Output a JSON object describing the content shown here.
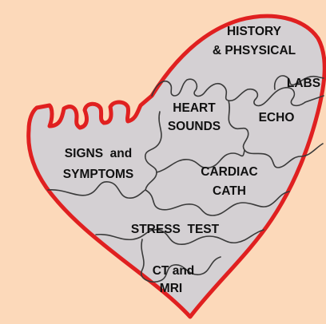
{
  "colors": {
    "background": "#fcd9ba",
    "heart_fill": "#d4d0d3",
    "heart_outline": "#e02020",
    "puzzle_lines": "#3a3a3a",
    "label_text": "#101010"
  },
  "pieces": [
    {
      "id": "history",
      "lines": [
        "HISTORY",
        "& PHSYSICAL"
      ]
    },
    {
      "id": "labs",
      "lines": [
        "LABS"
      ]
    },
    {
      "id": "heart-sounds",
      "lines": [
        "HEART",
        "SOUNDS"
      ]
    },
    {
      "id": "echo",
      "lines": [
        "ECHO"
      ]
    },
    {
      "id": "signs",
      "lines": [
        "SIGNS  and",
        "SYMPTOMS"
      ]
    },
    {
      "id": "cath",
      "lines": [
        "CARDIAC",
        "CATH"
      ]
    },
    {
      "id": "stress",
      "lines": [
        "STRESS  TEST"
      ]
    },
    {
      "id": "ct",
      "lines": [
        "CT and",
        "MRI"
      ]
    }
  ]
}
